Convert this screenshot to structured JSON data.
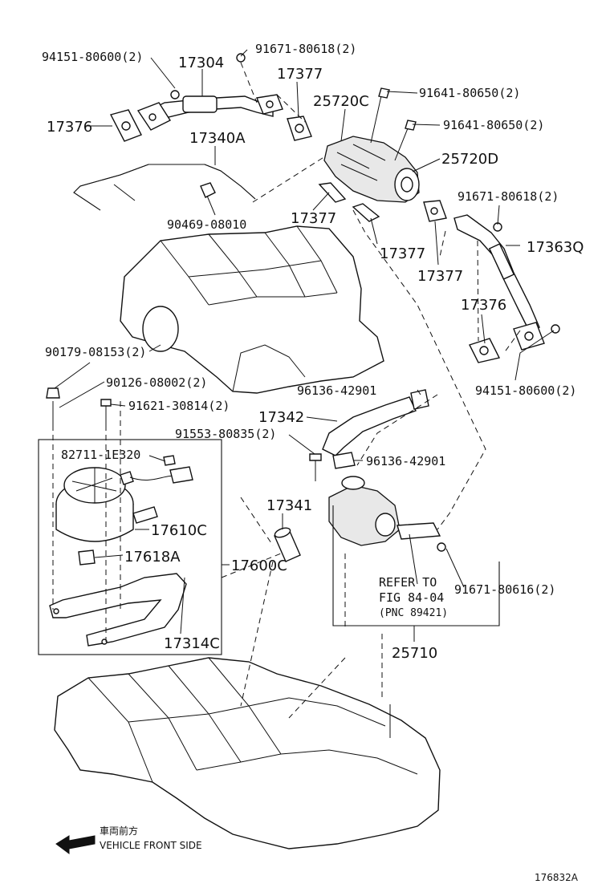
{
  "labels": {
    "p_94151_80600_a": "94151-80600(2)",
    "p_17304": "17304",
    "p_91671_80618_a": "91671-80618(2)",
    "p_17377_a": "17377",
    "p_17376_a": "17376",
    "p_25720C": "25720C",
    "p_91641_80650_a": "91641-80650(2)",
    "p_91641_80650_b": "91641-80650(2)",
    "p_17340A": "17340A",
    "p_25720D": "25720D",
    "p_91671_80618_b": "91671-80618(2)",
    "p_90469_08010": "90469-08010",
    "p_17377_b": "17377",
    "p_17377_c": "17377",
    "p_17363Q": "17363Q",
    "p_17377_d": "17377",
    "p_17376_b": "17376",
    "p_90179_08153": "90179-08153(2)",
    "p_90126_08002": "90126-08002(2)",
    "p_96136_42901_a": "96136-42901",
    "p_94151_80600_b": "94151-80600(2)",
    "p_91621_30814": "91621-30814(2)",
    "p_17342": "17342",
    "p_91553_80835": "91553-80835(2)",
    "p_82711_1E320": "82711-1E320",
    "p_96136_42901_b": "96136-42901",
    "p_17341": "17341",
    "p_17610C": "17610C",
    "p_17618A": "17618A",
    "p_17600C": "17600C",
    "refer_line1": "REFER TO",
    "refer_line2": "FIG 84-04",
    "refer_line3": "(PNC 89421)",
    "p_91671_80616": "91671-80616(2)",
    "p_17314C": "17314C",
    "p_25710": "25710",
    "front_jp": "車両前方",
    "front_en": "VEHICLE FRONT SIDE",
    "fig_code": "176832A"
  }
}
